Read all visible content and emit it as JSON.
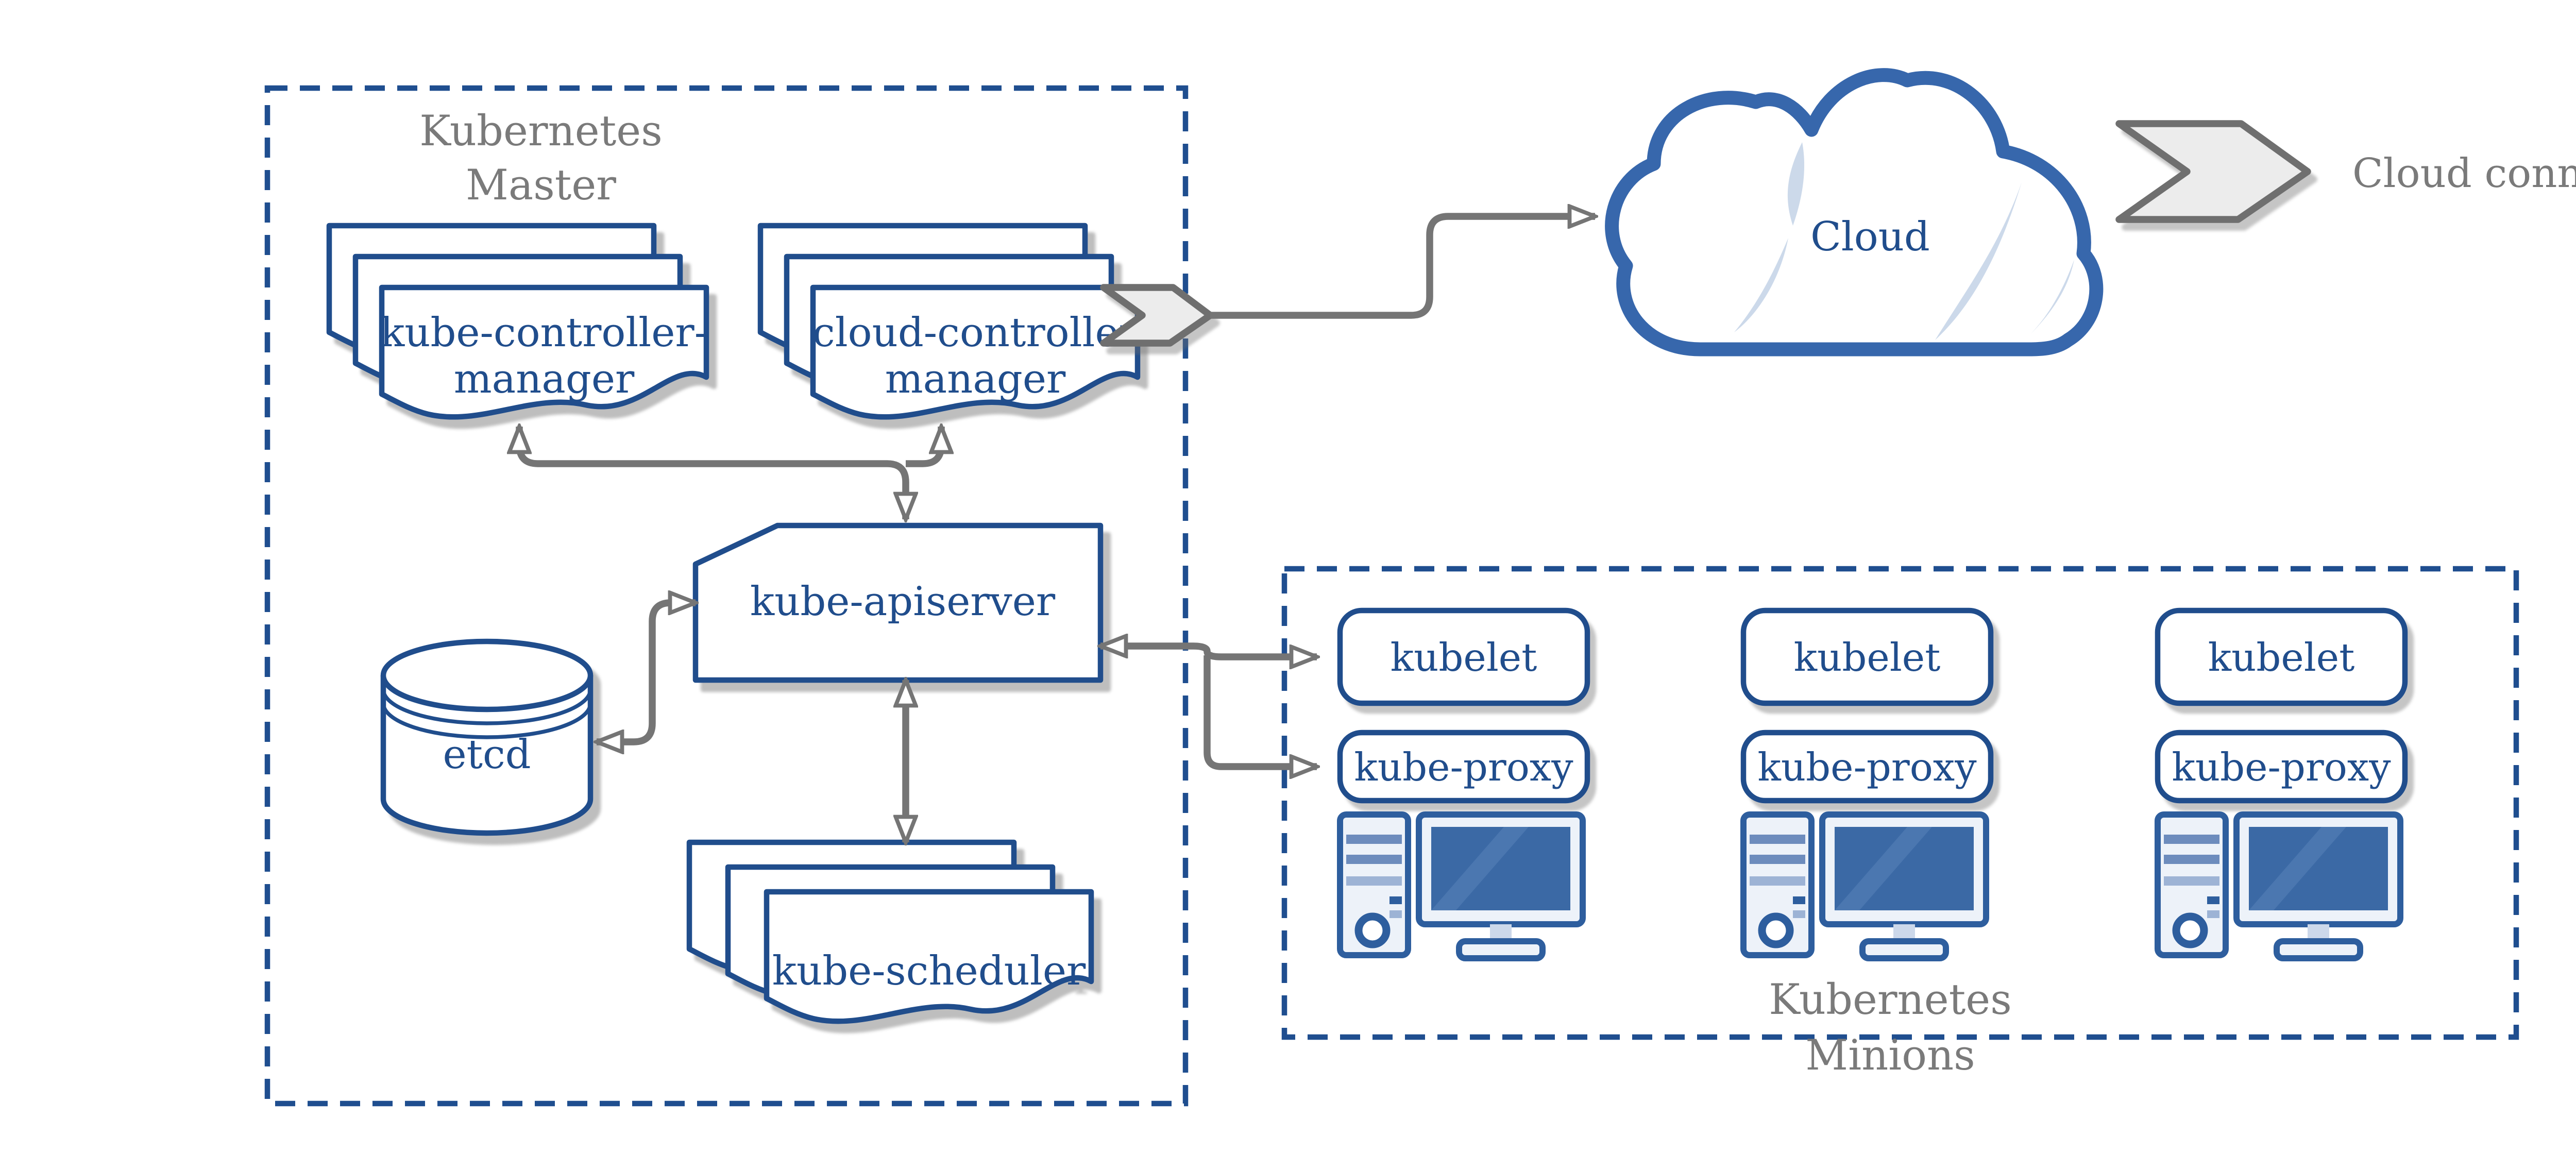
{
  "diagram": {
    "master": {
      "title_line1": "Kubernetes",
      "title_line2": "Master",
      "controller_manager": {
        "line1": "kube-controller-",
        "line2": "manager"
      },
      "cloud_controller_manager": {
        "line1": "cloud-controller",
        "line2": "manager"
      },
      "apiserver": {
        "label": "kube-apiserver"
      },
      "etcd": {
        "label": "etcd"
      },
      "scheduler": {
        "label": "kube-scheduler"
      }
    },
    "cloud": {
      "label": "Cloud"
    },
    "legend": {
      "label": "Cloud connector"
    },
    "minions": {
      "title_line1": "Kubernetes",
      "title_line2": "Minions",
      "nodes": [
        {
          "kubelet": "kubelet",
          "kube_proxy": "kube-proxy"
        },
        {
          "kubelet": "kubelet",
          "kube_proxy": "kube-proxy"
        },
        {
          "kubelet": "kubelet",
          "kube_proxy": "kube-proxy"
        }
      ]
    },
    "icons": {
      "connector": "chevron-arrow-icon",
      "node_machine": "desktop-computer-icon",
      "etcd_store": "database-cylinder-icon",
      "cloud": "cloud-icon"
    },
    "colors": {
      "navy": "#204d8c",
      "cloud_blue": "#3767ac",
      "light_blue": "#ccd9ea",
      "screen_blue": "#3b69a5",
      "arrow_gray": "#757575",
      "text_gray": "#7a7a7a"
    }
  }
}
